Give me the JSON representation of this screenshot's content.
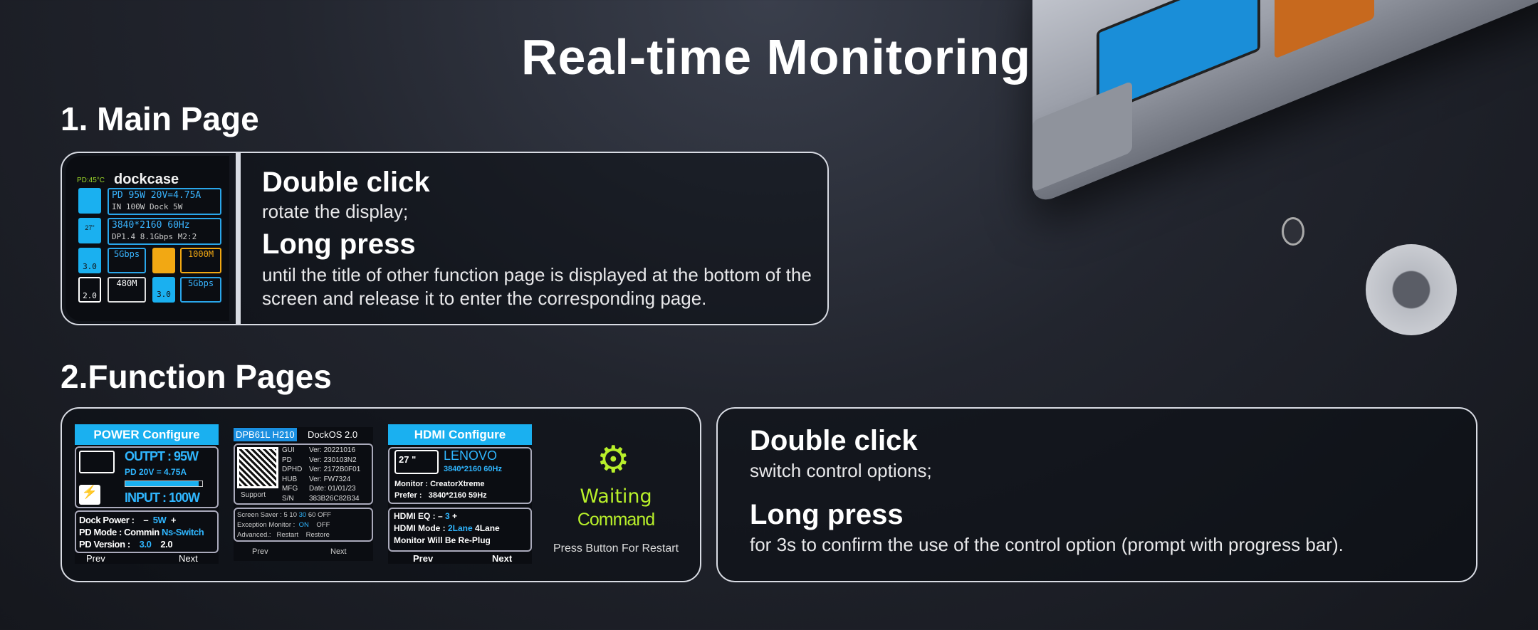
{
  "title": "Real-time Monitoring",
  "main_page": {
    "heading": "1. Main Page",
    "screen": {
      "temp": "PD:45°C",
      "logo": "dockcase",
      "power_line1": "PD 95W 20V=4.75A",
      "power_line2": "IN 100W Dock 5W",
      "display_line1": "3840*2160 60Hz",
      "display_line2": "DP1.4 8.1Gbps M2:2",
      "monitor_size": "27\"",
      "usb_a_version": "3.0",
      "usb_a_speed": "5Gbps",
      "ethernet_speed": "1000M",
      "usb2_version": "2.0",
      "usb2_speed": "480M",
      "usb_c_version": "3.0",
      "usb_c_speed": "5Gbps"
    },
    "double_click_title": "Double click",
    "double_click_desc": "rotate the display;",
    "long_press_title": "Long press",
    "long_press_desc": "until the title of other function page is displayed at the bottom of the screen and release it to enter the corresponding page."
  },
  "function_pages": {
    "heading": "2.Function Pages",
    "power": {
      "title": "POWER   Configure",
      "output": "OUTPT : 95W",
      "pd": "PD 20V = 4.75A",
      "input": "INPUT :  100W",
      "progress": 0.95,
      "dock_power_label": "Dock Power :",
      "dock_power_minus": "–",
      "dock_power_value": "5W",
      "dock_power_plus": "+",
      "pd_mode_label": "PD Mode :",
      "pd_mode_opt1": "Commin",
      "pd_mode_opt2": "Ns-Switch",
      "pd_version_label": "PD Version :",
      "pd_version_opt1": "3.0",
      "pd_version_opt2": "2.0",
      "prev": "Prev",
      "next": "Next"
    },
    "info": {
      "model": "DPB61L H210",
      "os": "DockOS  2.0",
      "support": "Support",
      "versions": [
        [
          "GUI",
          "Ver: 20221016"
        ],
        [
          "PD",
          "Ver: 230103N2"
        ],
        [
          "DPHD",
          "Ver: 2172B0F01"
        ],
        [
          "HUB",
          "Ver: FW7324"
        ],
        [
          "MFG",
          "Date: 01/01/23"
        ],
        [
          "S/N",
          "383B26C82B34"
        ]
      ],
      "screen_saver_label": "Screen Saver :",
      "screen_saver_opts": [
        "5",
        "10",
        "30",
        "60",
        "OFF"
      ],
      "exception_label": "Exception Monitor :",
      "exception_on": "ON",
      "exception_off": "OFF",
      "advanced_label": "Advanced.:",
      "restart": "Restart",
      "restore": "Restore",
      "prev": "Prev",
      "next": "Next"
    },
    "hdmi": {
      "title": "HDMI   Configure",
      "size": "27 \"",
      "brand": "LENOVO",
      "resolution": "3840*2160   60Hz",
      "monitor_label": "Monitor :",
      "monitor_value": "CreatorXtreme",
      "prefer_label": "Prefer :",
      "prefer_value": "3840*2160  59Hz",
      "eq_label": "HDMI  EQ     :  –",
      "eq_value": "3",
      "eq_plus": "+",
      "mode_label": "HDMI  Mode :",
      "mode_opt1": "2Lane",
      "mode_opt2": "4Lane",
      "replug": "Monitor  Will  Be  Re-Plug",
      "prev": "Prev",
      "next": "Next"
    },
    "waiting": {
      "line1": "Waiting",
      "line2": "Command",
      "restart": "Press Button For Restart",
      "color": "#b8f02a"
    },
    "double_click_title": "Double click",
    "double_click_desc": "switch control options;",
    "long_press_title": "Long press",
    "long_press_desc": "for 3s to confirm the use of the control option (prompt with progress bar)."
  }
}
